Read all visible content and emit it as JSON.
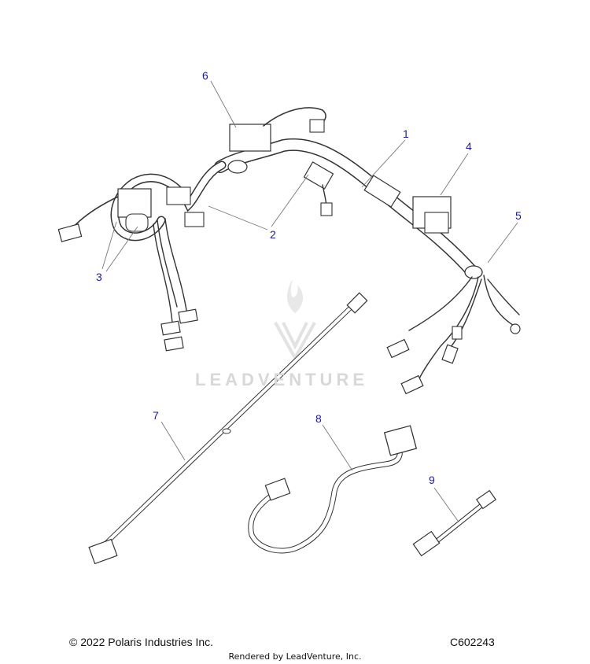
{
  "callouts": [
    "1",
    "2",
    "3",
    "4",
    "5",
    "6",
    "7",
    "8",
    "9"
  ],
  "footer": {
    "copyright": "© 2022 Polaris Industries Inc.",
    "code": "C602243",
    "rendered_by": "Rendered by LeadVenture, Inc."
  },
  "watermark": "LEADVENTURE",
  "colors": {
    "callout": "#1a1aa6",
    "line": "#333333",
    "leader": "#777777"
  }
}
